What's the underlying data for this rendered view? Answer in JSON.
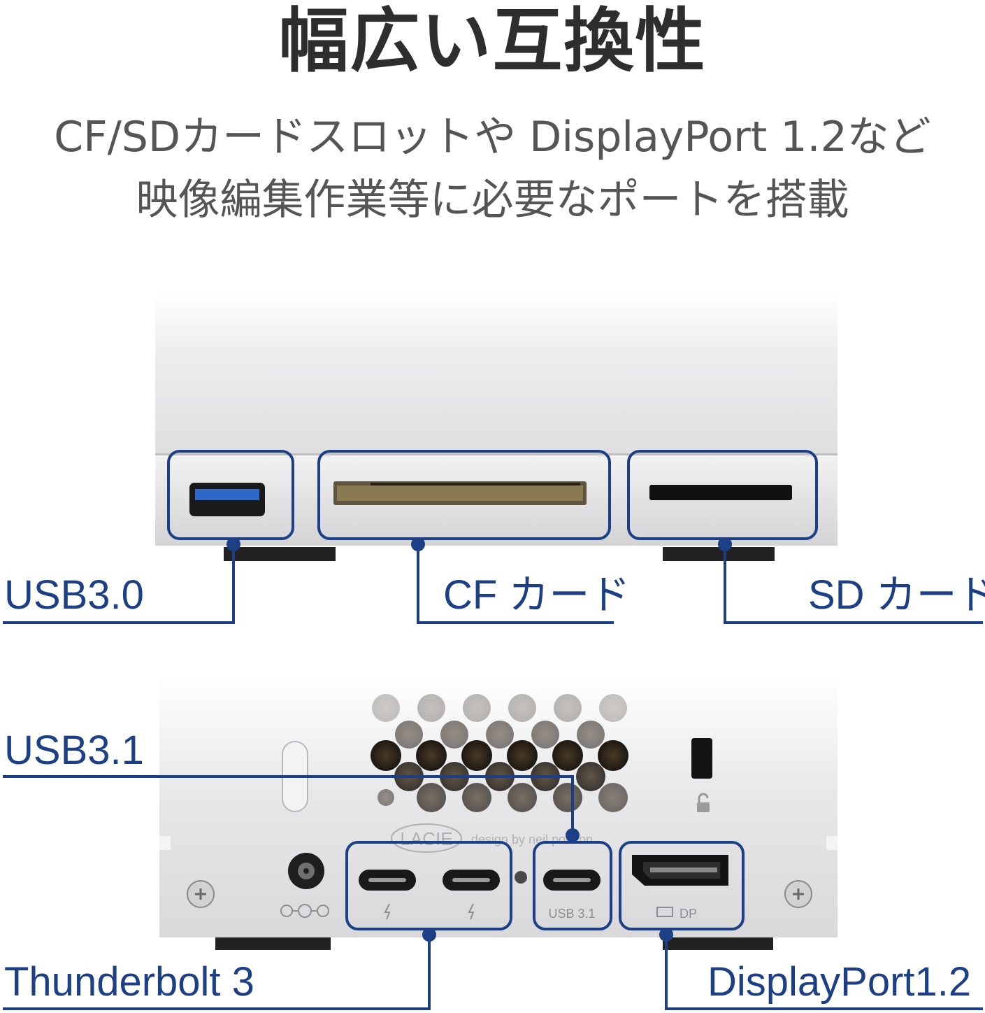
{
  "heading": {
    "title": "幅広い互換性",
    "subtitle_line1": "CF/SDカードスロットや DisplayPort 1.2など",
    "subtitle_line2": "映像編集作業等に必要なポートを搭載"
  },
  "front_labels": {
    "usb30": "USB3.0",
    "cf_card": "CF カード",
    "sd_card": "SD カード"
  },
  "rear_labels": {
    "usb31": "USB3.1",
    "thunderbolt": "Thunderbolt 3",
    "displayport": "DisplayPort1.2"
  },
  "device_print": {
    "brand": "LACIE",
    "design_credit": "design by neil poulton",
    "usb31_port_label": "USB 3.1",
    "dp_port_label": "DP"
  },
  "colors": {
    "callout_blue": "#1c3f86",
    "title_gray": "#2e2e2e",
    "subtitle_gray": "#555555",
    "device_silver": "#dcdcde"
  }
}
